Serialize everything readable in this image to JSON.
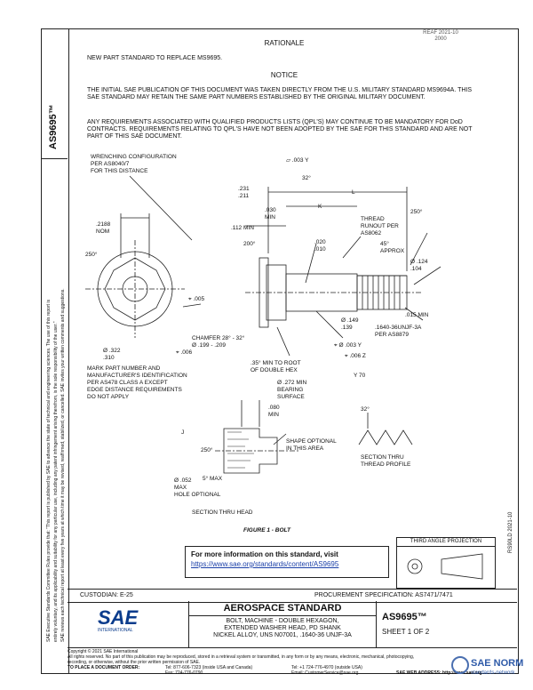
{
  "header": {
    "stamp": "REAF  2021-10\n2000",
    "doc_number_side": "AS9695™",
    "side_legal_1": "SAE Executive Standards Committee Rules provide that: \"This report is published by SAE to advance the state of technical and engineering sciences. The use of this report is",
    "side_legal_2": "entirely voluntary, and its applicability and suitability for any particular use, including any patent infringement arising therefrom, is the sole responsibility of the user.\"",
    "side_legal_3": "SAE reviews each technical report at least every five years at which time it may be revised, reaffirmed, stabilized, or cancelled. SAE invites your written comments and suggestions.",
    "right_side_code": "RS90LD 2021-10"
  },
  "rationale": {
    "title": "RATIONALE",
    "text": "NEW PART STANDARD TO REPLACE MS9695."
  },
  "notice": {
    "title": "NOTICE",
    "para1": "THE INITIAL SAE PUBLICATION OF THIS DOCUMENT WAS TAKEN DIRECTLY FROM THE U.S. MILITARY STANDARD MS9694A. THIS SAE STANDARD MAY RETAIN THE SAME PART NUMBERS ESTABLISHED BY THE ORIGINAL MILITARY DOCUMENT.",
    "para2": "ANY REQUIREMENTS ASSOCIATED WITH QUALIFIED PRODUCTS LISTS (QPL'S) MAY CONTINUE TO BE MANDATORY FOR DoD CONTRACTS. REQUIREMENTS RELATING TO QPL'S HAVE NOT BEEN ADOPTED BY THE SAE FOR THIS STANDARD AND ARE NOT PART OF THIS SAE DOCUMENT."
  },
  "drawing": {
    "wrenching": "WRENCHING CONFIGURATION\nPER AS8040/7\nFOR THIS DISTANCE",
    "nom": ".2188\nNOM",
    "angle250_left": "250°",
    "tol_005": ".005",
    "tol_006": ".006",
    "dia_322": "Ø .322\n.310",
    "mark_part": "MARK PART NUMBER AND\nMANUFACTURER'S IDENTIFICATION\nPER AS478 CLASS A EXCEPT\nEDGE DISTANCE REQUIREMENTS\nDO NOT APPLY",
    "dim_003": ".003",
    "ref_y": "Y",
    "angle_32": "32°",
    "dim_231": ".231\n.211",
    "dim_030": ".030\nMIN",
    "dim_112": ".112 MIN",
    "angle_200": "200°",
    "dim_020": ".020\n.010",
    "dim_L": "L",
    "dim_K": "K",
    "thread_runout": "THREAD\nRUNOUT PER\nAS8062",
    "angle_45": "45°\nAPPROX",
    "angle250_right": "250°",
    "dia_124": "Ø .124\n.104",
    "dim_015": ".015 MIN",
    "thread_spec": ".1640-36UNJF-3A\nPER AS8879",
    "dim_149": "Ø .149\n.139",
    "tol_0031": "Ø .003",
    "ref_z": "Z",
    "tol_006b": ".006",
    "chamfer": "CHAMFER 28° - 32°\nØ .199 - .209",
    "root": ".35° MIN TO ROOT\nOF DOUBLE HEX",
    "bearing": "Ø .272 MIN\nBEARING\nSURFACE",
    "y70": "70",
    "dim_080": ".080\nMIN",
    "dim_J": "J",
    "angle250_sec": "250°",
    "shape_opt": "SHAPE OPTIONAL\nIN THIS AREA",
    "five_max": "5° MAX",
    "hole_opt": "Ø .052\nMAX\nHOLE OPTIONAL",
    "section": "SECTION THRU HEAD",
    "thread_32": "32°",
    "section_thread": "SECTION THRU\nTHREAD PROFILE",
    "figure": "FIGURE 1 - BOLT"
  },
  "info_box": {
    "title": "For more information on this standard, visit",
    "link": "https://www.sae.org/standards/content/AS9695"
  },
  "projection": {
    "label": "THIRD ANGLE PROJECTION"
  },
  "title_block": {
    "custodian": "CUSTODIAN: E-25",
    "procurement": "PROCUREMENT SPECIFICATION: AS7471/7471",
    "logo": "SAE",
    "logo_sub": "INTERNATIONAL",
    "standard": "AEROSPACE STANDARD",
    "title": "BOLT, MACHINE - DOUBLE HEXAGON,\nEXTENDED WASHER HEAD, PD SHANK\nNICKEL ALLOY, UNS N07001, .1640-36 UNJF-3A",
    "doc_number": "AS9695™",
    "sheet": "SHEET 1 OF 2"
  },
  "footer": {
    "copyright": "Copyright © 2021 SAE International",
    "rights": "All rights reserved. No part of this publication may be reproduced, stored in a retrieval system or transmitted, in any form or by any means, electronic, mechanical, photocopying,\nrecording, or otherwise, without the prior written permission of SAE.",
    "order": "TO PLACE A DOCUMENT ORDER:",
    "tel": "Tel: 877-606-7323 (inside USA and Canada)",
    "fax": "Fax: 724-776-0790",
    "tel2": "Tel: +1 724-776-4970 (outside USA)",
    "email": "Email: CustomerService@sae.org",
    "web": "SAE WEB ADDRESS: http://www.sae.org"
  },
  "watermark": {
    "text": "SAE NORM",
    "sub": "standards-network"
  }
}
